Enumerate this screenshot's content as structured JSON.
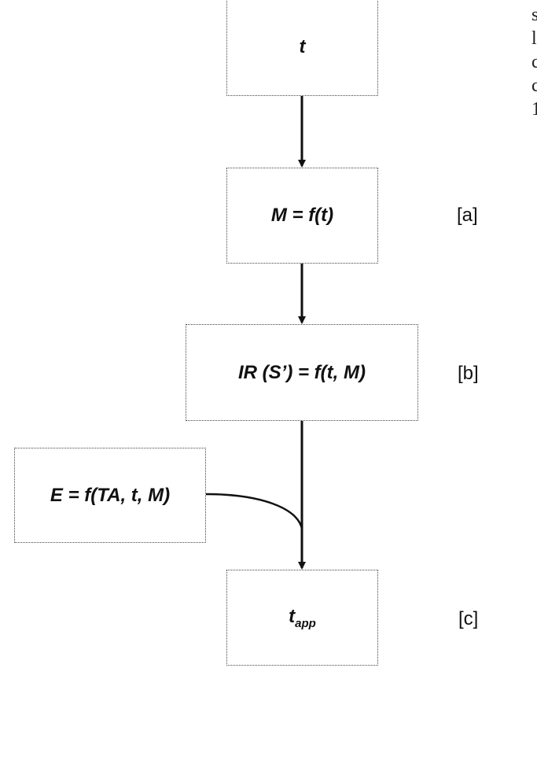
{
  "nodes": {
    "t": "t",
    "m": "M = f(t)",
    "ir": "IR (S’) = f(t, M)",
    "e": "E = f(TA, t, M)",
    "tapp_base": "t",
    "tapp_sub": "app"
  },
  "tags": {
    "a": "[a]",
    "b": "[b]",
    "c": "[c]"
  },
  "edge_text": [
    "s",
    "l",
    "c",
    "c",
    "1"
  ]
}
